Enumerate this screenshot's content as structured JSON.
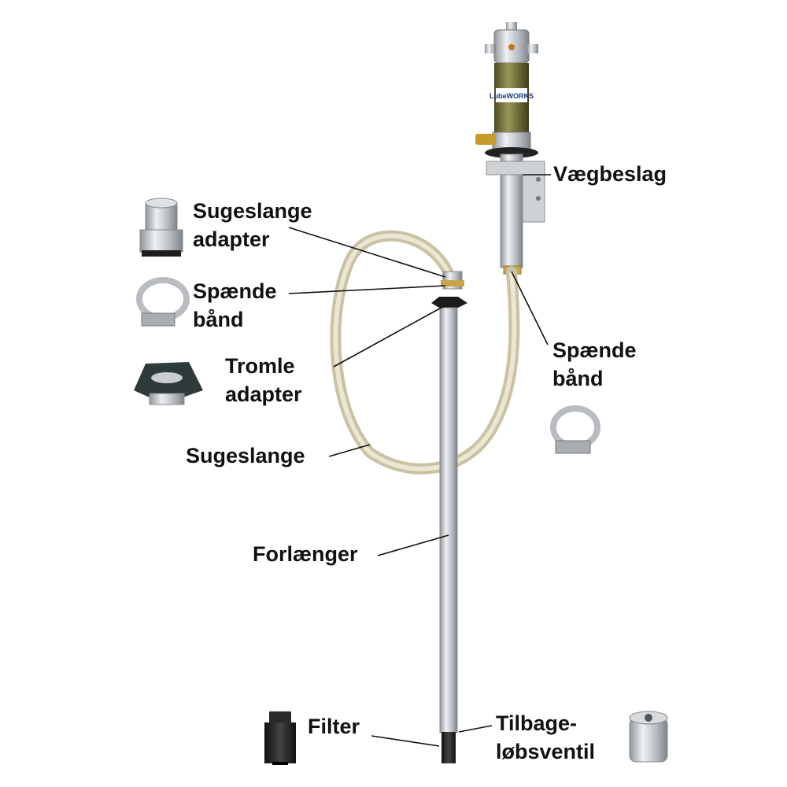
{
  "brand": "LubeWORKS",
  "labels": {
    "wall_bracket": "Vægbeslag",
    "suction_hose_adapter": [
      "Sugeslange",
      "adapter"
    ],
    "clamp_left": [
      "Spænde",
      "bånd"
    ],
    "drum_adapter": [
      "Tromle",
      "adapter"
    ],
    "suction_hose": "Sugeslange",
    "clamp_right": [
      "Spænde",
      "bånd"
    ],
    "extension": "Forlænger",
    "filter": "Filter",
    "check_valve": [
      "Tilbage-",
      "løbsventil"
    ]
  },
  "colors": {
    "pump_body": "#6b6a34",
    "metal": "#c9ccd0",
    "hose": "#d8d2b8",
    "drum_adapter": "#2f3a3a",
    "brass": "#b8902a",
    "text": "#111111"
  }
}
